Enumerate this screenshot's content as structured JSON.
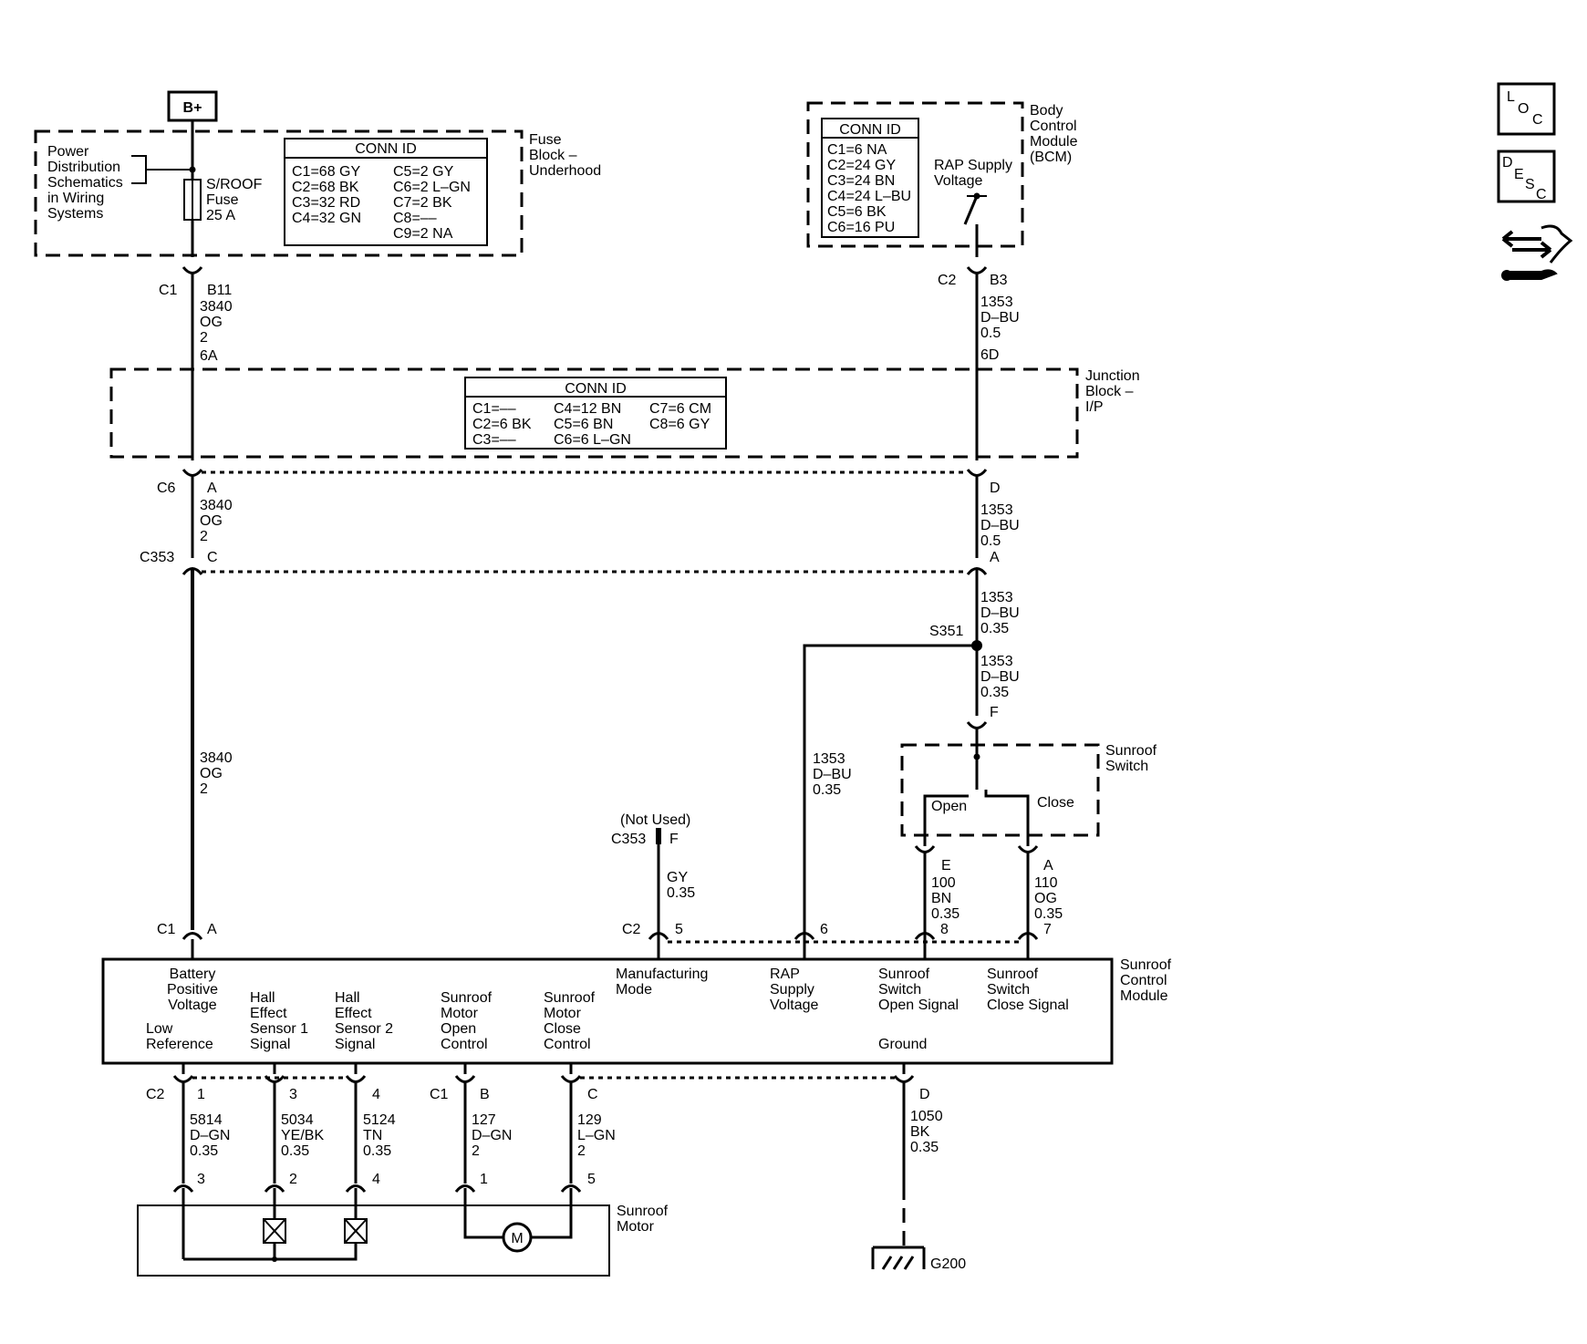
{
  "battery": "B+",
  "fuse_block": {
    "name": [
      "Fuse",
      "Block –",
      "Underhood"
    ],
    "pds": [
      "Power",
      "Distribution",
      "Schematics",
      "in Wiring",
      "Systems"
    ],
    "fuse": [
      "S/ROOF",
      "Fuse",
      "25 A"
    ],
    "conn_title": "CONN ID",
    "conn_left": [
      "C1=68 GY",
      "C2=68 BK",
      "C3=32 RD",
      "C4=32 GN"
    ],
    "conn_right": [
      "C5=2 GY",
      "C6=2 L–GN",
      "C7=2 BK",
      "C8=––",
      "C9=2 NA"
    ]
  },
  "bcm": {
    "name": [
      "Body",
      "Control",
      "Module",
      "(BCM)"
    ],
    "conn_title": "CONN ID",
    "conn": [
      "C1=6 NA",
      "C2=24 GY",
      "C3=24 BN",
      "C4=24 L–BU",
      "C5=6 BK",
      "C6=16 PU"
    ],
    "rap": [
      "RAP Supply",
      "Voltage"
    ]
  },
  "junction_block": {
    "name": [
      "Junction",
      "Block –",
      "I/P"
    ],
    "conn_title": "CONN ID",
    "col1": [
      "C1=––",
      "C2=6 BK",
      "C3=––"
    ],
    "col2": [
      "C4=12 BN",
      "C5=6 BN",
      "C6=6 L–GN"
    ],
    "col3": [
      "C7=6 CM",
      "C8=6 GY"
    ]
  },
  "left_wire": {
    "c1": "C1",
    "b11": "B11",
    "w1": [
      "3840",
      "OG",
      "2"
    ],
    "six_a": "6A",
    "c6": "C6",
    "a": "A",
    "w2": [
      "3840",
      "OG",
      "2"
    ],
    "c353": "C353",
    "c": "C",
    "w3": [
      "3840",
      "OG",
      "2"
    ]
  },
  "right_wire": {
    "c2": "C2",
    "b3": "B3",
    "w1": [
      "1353",
      "D–BU",
      "0.5"
    ],
    "six_d": "6D",
    "d": "D",
    "w2": [
      "1353",
      "D–BU",
      "0.5"
    ],
    "a": "A",
    "w3": [
      "1353",
      "D–BU",
      "0.35"
    ],
    "splice": "S351",
    "w4": [
      "1353",
      "D–BU",
      "0.35"
    ],
    "f": "F",
    "rap_wire": [
      "1353",
      "D–BU",
      "0.35"
    ]
  },
  "sunroof_switch": {
    "name": [
      "Sunroof",
      "Switch"
    ],
    "open": "Open",
    "close": "Close",
    "pin_e": "E",
    "wire_e": [
      "100",
      "BN",
      "0.35"
    ],
    "pin_a": "A",
    "wire_a": [
      "110",
      "OG",
      "0.35"
    ]
  },
  "not_used": {
    "label": "(Not Used)",
    "conn": "C353",
    "pin": "F",
    "wire": [
      "GY",
      "0.35"
    ]
  },
  "module": {
    "name": [
      "Sunroof",
      "Control",
      "Module"
    ],
    "top_c1": "C1",
    "top_a": "A",
    "top_c2": "C2",
    "top_pins": [
      "5",
      "6",
      "8",
      "7"
    ],
    "battery": [
      "Battery",
      "Positive",
      "Voltage"
    ],
    "mfg": [
      "Manufacturing",
      "Mode"
    ],
    "rap": [
      "RAP",
      "Supply",
      "Voltage"
    ],
    "open_sig": [
      "Sunroof",
      "Switch",
      "Open Signal"
    ],
    "close_sig": [
      "Sunroof",
      "Switch",
      "Close Signal"
    ],
    "low_ref": [
      "Low",
      "Reference"
    ],
    "hall1": [
      "Hall",
      "Effect",
      "Sensor 1",
      "Signal"
    ],
    "hall2": [
      "Hall",
      "Effect",
      "Sensor 2",
      "Signal"
    ],
    "motor_open": [
      "Sunroof",
      "Motor",
      "Open",
      "Control"
    ],
    "motor_close": [
      "Sunroof",
      "Motor",
      "Close",
      "Control"
    ],
    "ground": "Ground",
    "bot_c2": "C2",
    "bot_c1": "C1",
    "bot_pins": [
      "1",
      "3",
      "4",
      "B",
      "C",
      "D"
    ]
  },
  "bottom_wires": {
    "w5814": [
      "5814",
      "D–GN",
      "0.35"
    ],
    "w5034": [
      "5034",
      "YE/BK",
      "0.35"
    ],
    "w5124": [
      "5124",
      "TN",
      "0.35"
    ],
    "w127": [
      "127",
      "D–GN",
      "2"
    ],
    "w129": [
      "129",
      "L–GN",
      "2"
    ],
    "w1050": [
      "1050",
      "BK",
      "0.35"
    ]
  },
  "motor": {
    "name": [
      "Sunroof",
      "Motor"
    ],
    "pins": [
      "3",
      "2",
      "4",
      "1",
      "5"
    ],
    "m": "M"
  },
  "ground": "G200",
  "icons": {
    "loc": [
      "L",
      "O",
      "C"
    ],
    "desc": [
      "D",
      "E",
      "S",
      "C"
    ],
    "nav": "connector-tool-icon"
  }
}
